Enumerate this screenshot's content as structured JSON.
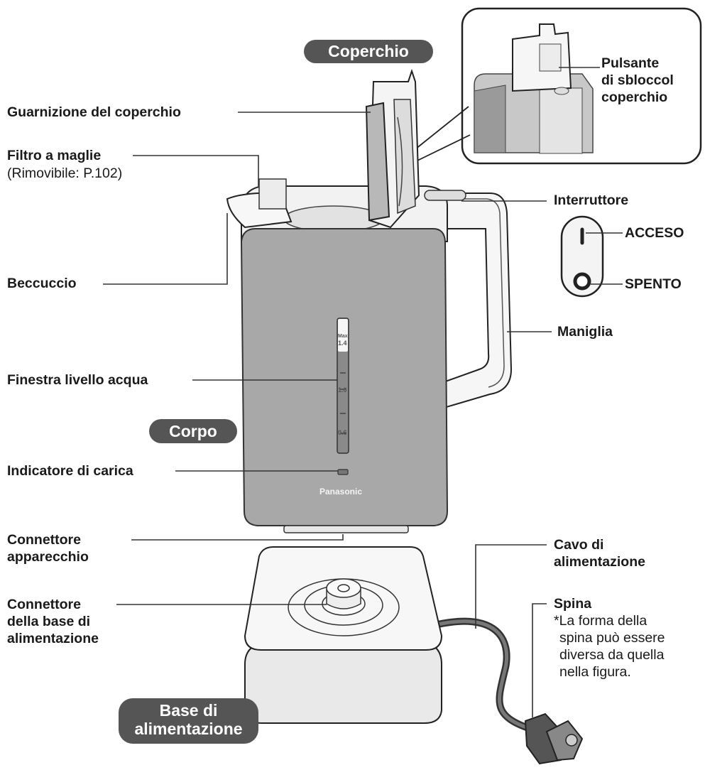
{
  "sections": {
    "lid": "Coperchio",
    "body": "Corpo",
    "base_line1": "Base di",
    "base_line2": "alimentazione"
  },
  "labels": {
    "lid_gasket": "Guarnizione del coperchio",
    "mesh_filter": "Filtro a maglie",
    "mesh_filter_note": "(Rimovibile: P.102)",
    "spout": "Beccuccio",
    "water_window": "Finestra livello acqua",
    "charge_indicator": "Indicatore di carica",
    "appliance_connector_line1": "Connettore",
    "appliance_connector_line2": "apparecchio",
    "base_connector_line1": "Connettore",
    "base_connector_line2": "della base di",
    "base_connector_line3": "alimentazione",
    "lid_release_line1": "Pulsante",
    "lid_release_line2": "di sbloccol",
    "lid_release_line3": "coperchio",
    "switch": "Interruttore",
    "on": "ACCESO",
    "off": "SPENTO",
    "handle": "Maniglia",
    "cord_line1": "Cavo di",
    "cord_line2": "alimentazione",
    "plug": "Spina",
    "plug_note_line1": "*La forma della",
    "plug_note_line2": "spina può essere",
    "plug_note_line3": "diversa da quella",
    "plug_note_line4": "nella figura."
  },
  "gauge": {
    "max_word": "Max",
    "max": "1.4",
    "mid": "1.0",
    "low": "0.6"
  },
  "brand": "Panasonic",
  "colors": {
    "body_gray": "#a8a8a8",
    "pill_gray": "#555555",
    "line": "#333333"
  }
}
